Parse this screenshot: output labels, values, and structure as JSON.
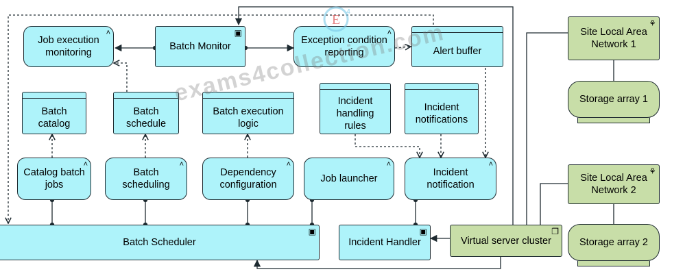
{
  "nodes": {
    "job_exec_monitoring": "Job execution monitoring",
    "batch_monitor": "Batch Monitor",
    "exception_reporting": "Exception condition reporting",
    "alert_buffer": "Alert buffer",
    "batch_catalog": "Batch catalog",
    "batch_schedule": "Batch schedule",
    "batch_exec_logic": "Batch execution logic",
    "incident_rules": "Incident handling rules",
    "incident_notifications": "Incident notifications",
    "catalog_batch_jobs": "Catalog batch jobs",
    "batch_scheduling": "Batch scheduling",
    "dependency_config": "Dependency configuration",
    "job_launcher": "Job launcher",
    "incident_notification": "Incident notification",
    "batch_scheduler": "Batch Scheduler",
    "incident_handler": "Incident Handler",
    "virtual_server_cluster": "Virtual server cluster",
    "site_lan_1": "Site Local Area Network 1",
    "storage_array_1": "Storage array 1",
    "site_lan_2": "Site Local Area Network 2",
    "storage_array_2": "Storage array 2"
  },
  "watermark": {
    "text": "exams4collection.com",
    "logo_letter": "E",
    "logo_digit": "4"
  },
  "colors": {
    "application": "#aef3fa",
    "technology": "#c8dea8",
    "line": "#1e2a30"
  },
  "icons": {
    "component": "component-icon",
    "function": "function-chevron-icon",
    "network": "network-icon",
    "node": "node-box-icon"
  }
}
